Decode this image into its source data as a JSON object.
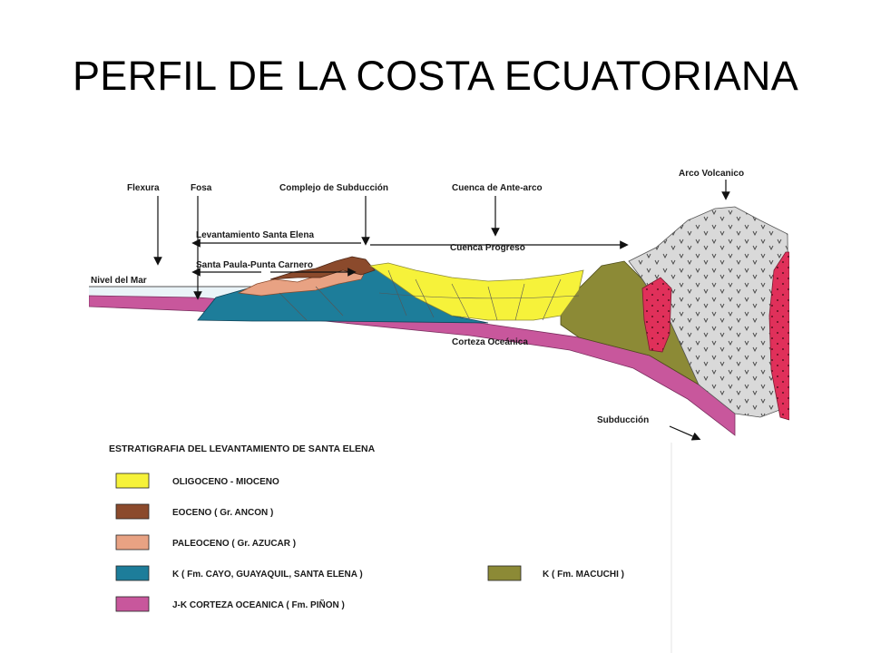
{
  "slide": {
    "title": "PERFIL DE LA COSTA ECUATORIANA"
  },
  "diagram": {
    "labels": {
      "flexura": "Flexura",
      "fosa": "Fosa",
      "complejo": "Complejo de Subducción",
      "cuenca_ante_arco": "Cuenca de Ante-arco",
      "arco_volcanico": "Arco Volcanico",
      "levantamiento": "Levantamiento Santa Elena",
      "cuenca_progreso": "Cuenca Progreso",
      "santa_paula": "Santa Paula-Punta Carnero",
      "nivel_mar": "Nivel del Mar",
      "corteza": "Corteza Oceánica",
      "subduccion": "Subducción"
    },
    "legend": {
      "title": "ESTRATIGRAFIA DEL LEVANTAMIENTO DE SANTA ELENA",
      "items": [
        {
          "label": "OLIGOCENO - MIOCENO",
          "color": "#f6f23a"
        },
        {
          "label": "EOCENO ( Gr. ANCON )",
          "color": "#8b4a2c"
        },
        {
          "label": "PALEOCENO ( Gr. AZUCAR )",
          "color": "#e8a283"
        },
        {
          "label": "K ( Fm. CAYO, GUAYAQUIL, SANTA ELENA )",
          "color": "#1d7d9a"
        },
        {
          "label": "J-K CORTEZA OCEANICA ( Fm. PIÑON )",
          "color": "#c8579c"
        },
        {
          "label": "K ( Fm. MACUCHI )",
          "color": "#8c8a36"
        }
      ]
    },
    "colors": {
      "volcanic": "#d9d9d9",
      "intrusive": "#e0305a"
    }
  }
}
